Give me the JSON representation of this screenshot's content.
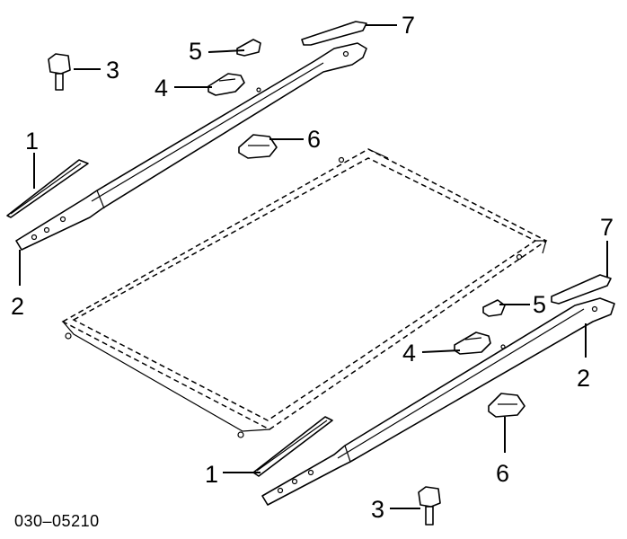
{
  "diagram": {
    "part_code": "030–05210",
    "callouts": [
      {
        "id": "c1-left",
        "text": "1"
      },
      {
        "id": "c1-right",
        "text": "1"
      },
      {
        "id": "c2-left",
        "text": "2"
      },
      {
        "id": "c2-right",
        "text": "2"
      },
      {
        "id": "c3-top",
        "text": "3"
      },
      {
        "id": "c3-bottom",
        "text": "3"
      },
      {
        "id": "c4-top",
        "text": "4"
      },
      {
        "id": "c4-right",
        "text": "4"
      },
      {
        "id": "c5-top",
        "text": "5"
      },
      {
        "id": "c5-right",
        "text": "5"
      },
      {
        "id": "c6-top",
        "text": "6"
      },
      {
        "id": "c6-bottom",
        "text": "6"
      },
      {
        "id": "c7-top",
        "text": "7"
      },
      {
        "id": "c7-right",
        "text": "7"
      }
    ]
  }
}
